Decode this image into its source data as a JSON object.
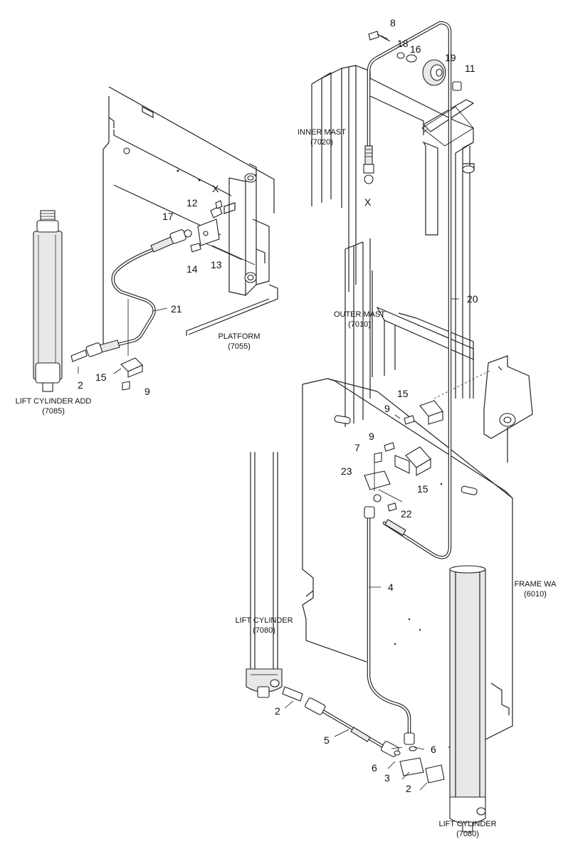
{
  "assembly_labels": [
    {
      "id": "inner-mast",
      "line1": "INNER MAST",
      "line2": "(7020)"
    },
    {
      "id": "outer-mast",
      "line1": "OUTER MAST",
      "line2": "(7010)"
    },
    {
      "id": "platform",
      "line1": "PLATFORM",
      "line2": "(7055)"
    },
    {
      "id": "lift-cylinder-add",
      "line1": "LIFT CYLINDER ADD",
      "line2": "(7085)"
    },
    {
      "id": "lift-cylinder-center",
      "line1": "LIFT CYLINDER",
      "line2": "(7080)"
    },
    {
      "id": "lift-cylinder-right",
      "line1": "LIFT CYLINDER",
      "line2": "(7080)"
    },
    {
      "id": "frame",
      "line1": "FRAME WA",
      "line2": "(6010)"
    }
  ],
  "callouts": [
    "8",
    "18",
    "16",
    "19",
    "11",
    "X",
    "X",
    "12",
    "17",
    "13",
    "14",
    "21",
    "20",
    "2",
    "15",
    "9",
    "15",
    "9",
    "9",
    "7",
    "23",
    "15",
    "22",
    "4",
    "2",
    "5",
    "6",
    "6",
    "3",
    "2"
  ]
}
